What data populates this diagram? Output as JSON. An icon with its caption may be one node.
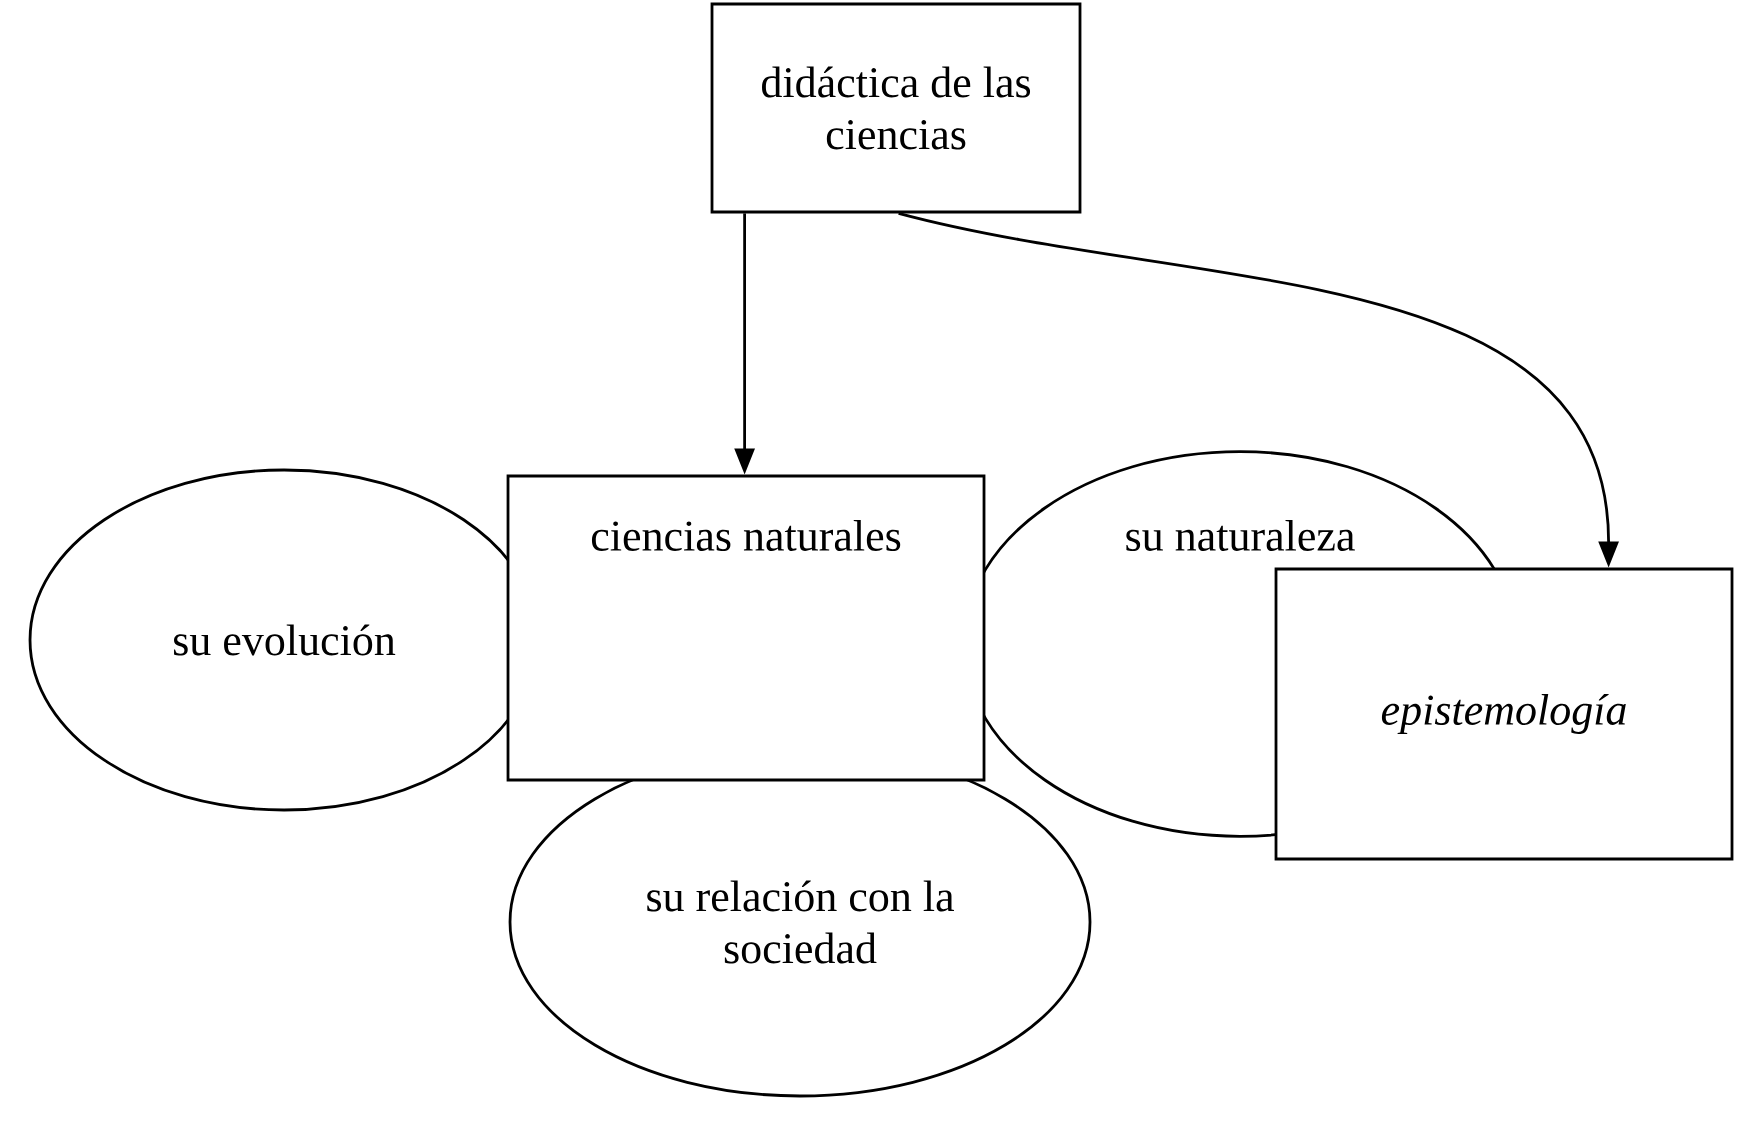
{
  "diagram": {
    "nodes": [
      {
        "text": [
          "didáctica de las ciencias"
        ]
      },
      {
        "text": [
          "ciencias naturales"
        ]
      },
      {
        "text": [
          "su evolución"
        ]
      },
      {
        "text": [
          "su naturaleza"
        ]
      },
      {
        "text": [
          "*epistemología*"
        ]
      },
      {
        "text": [
          "su relación con la sociedad"
        ]
      }
    ],
    "edges": [
      {
        "from": 0,
        "to": 1,
        "arrow": "to"
      },
      {
        "from": 0,
        "to": 4,
        "arrow": "to"
      }
    ]
  }
}
